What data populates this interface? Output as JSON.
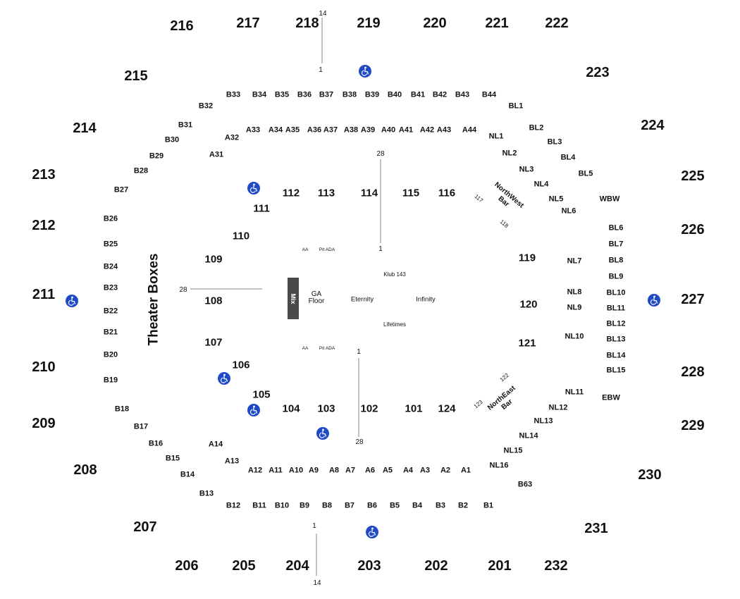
{
  "upper_sections": [
    "201",
    "202",
    "203",
    "204",
    "205",
    "206",
    "207",
    "208",
    "209",
    "210",
    "211",
    "212",
    "213",
    "214",
    "215",
    "216",
    "217",
    "218",
    "219",
    "220",
    "221",
    "222",
    "223",
    "224",
    "225",
    "226",
    "227",
    "228",
    "229",
    "230",
    "231",
    "232"
  ],
  "lower_sections": [
    "101",
    "102",
    "103",
    "104",
    "105",
    "106",
    "107",
    "108",
    "109",
    "110",
    "111",
    "112",
    "113",
    "114",
    "115",
    "116",
    "119",
    "120",
    "121",
    "124"
  ],
  "rotated_lower_sections": [
    "117",
    "118",
    "122",
    "123"
  ],
  "rows_a": [
    "A1",
    "A2",
    "A3",
    "A4",
    "A5",
    "A6",
    "A7",
    "A8",
    "A9",
    "A10",
    "A11",
    "A12",
    "A13",
    "A14",
    "A31",
    "A32",
    "A33",
    "A34",
    "A35",
    "A36",
    "A37",
    "A38",
    "A39",
    "A40",
    "A41",
    "A42",
    "A43",
    "A44"
  ],
  "rows_b": [
    "B1",
    "B2",
    "B3",
    "B4",
    "B5",
    "B6",
    "B7",
    "B8",
    "B9",
    "B10",
    "B11",
    "B12",
    "B13",
    "B14",
    "B15",
    "B16",
    "B17",
    "B18",
    "B19",
    "B20",
    "B21",
    "B22",
    "B23",
    "B24",
    "B25",
    "B26",
    "B27",
    "B28",
    "B29",
    "B30",
    "B31",
    "B32",
    "B33",
    "B34",
    "B35",
    "B36",
    "B37",
    "B38",
    "B39",
    "B40",
    "B41",
    "B42",
    "B43",
    "B44",
    "B63"
  ],
  "rows_bl": [
    "BL1",
    "BL2",
    "BL3",
    "BL4",
    "BL5",
    "BL6",
    "BL7",
    "BL8",
    "BL9",
    "BL10",
    "BL11",
    "BL12",
    "BL13",
    "BL14",
    "BL15"
  ],
  "rows_nl": [
    "NL1",
    "NL2",
    "NL3",
    "NL4",
    "NL5",
    "NL6",
    "NL7",
    "NL8",
    "NL9",
    "NL10",
    "NL11",
    "NL12",
    "NL13",
    "NL14",
    "NL15",
    "NL16"
  ],
  "special_labels": {
    "wbw": "WBW",
    "ebw": "EBW",
    "theater_boxes": "Theater Boxes",
    "mix": "Mix",
    "ga_floor_line1": "GA",
    "ga_floor_line2": "Floor",
    "eternity": "Eternity",
    "infinity": "Infinity",
    "klub": "Klub 143",
    "lifetimes": "Lifetimes",
    "aa": "AA",
    "pit_ada": "Pit ADA",
    "northwest_bar_line1": "NorthWest",
    "northwest_bar_line2": "Bar",
    "northeast_bar_line1": "NorthEast",
    "northeast_bar_line2": "Bar"
  },
  "row_markers": {
    "one": "1",
    "fourteen": "14",
    "twenty_eight": "28"
  },
  "accessibility_icon": "wheelchair-icon",
  "colors": {
    "accessibility_blue": "#1f49c7",
    "mix_board": "#4a4a4a",
    "guide_line": "#888888"
  }
}
